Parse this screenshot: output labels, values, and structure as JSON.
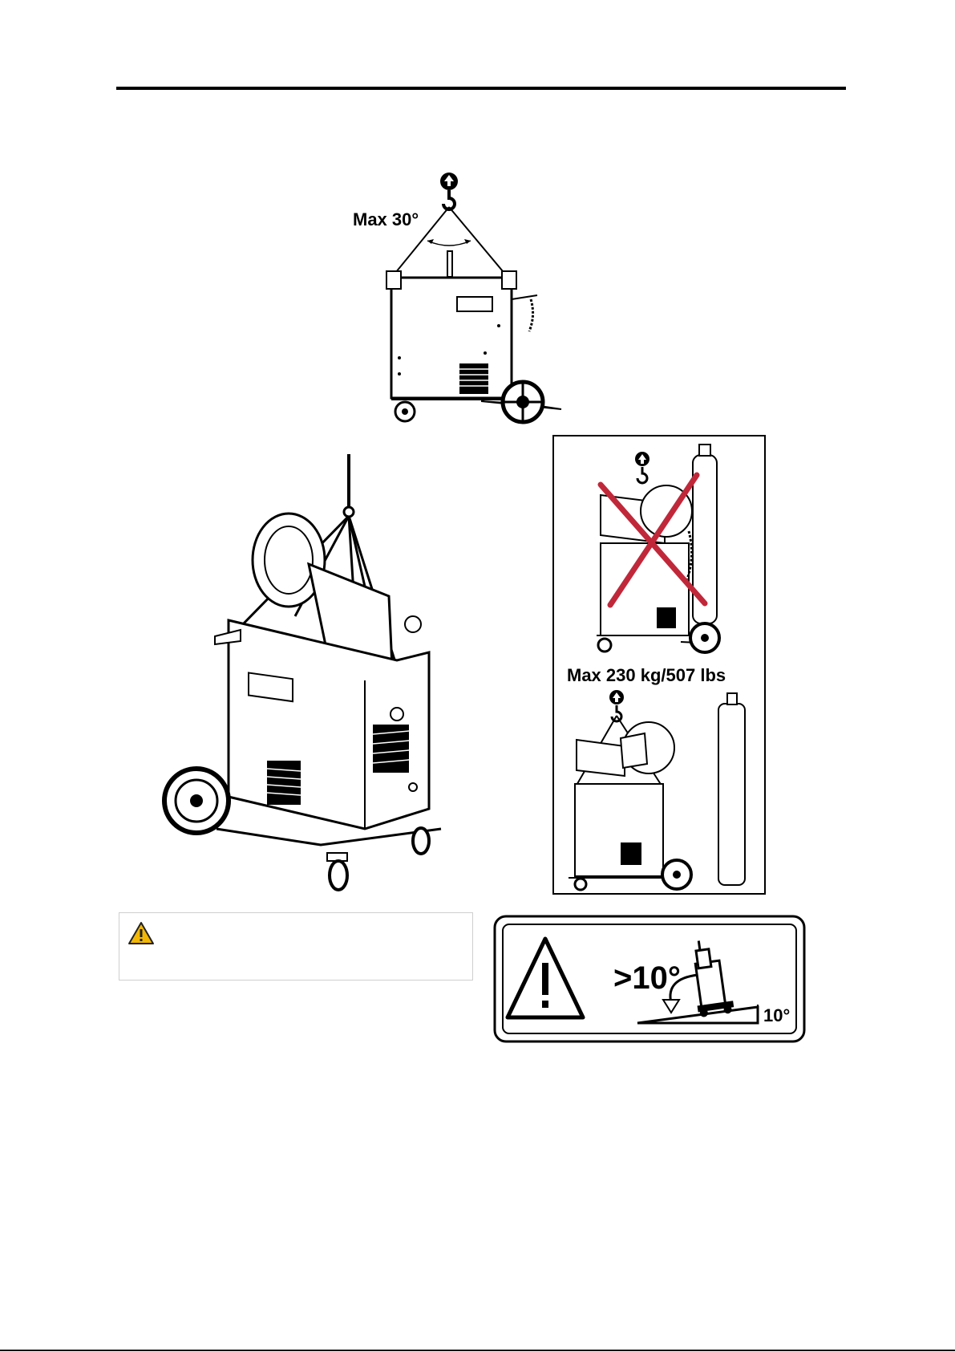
{
  "figures": {
    "top": {
      "angle_label": "Max 30°"
    },
    "right_panel": {
      "weight_label": "Max 230 kg/507 lbs"
    },
    "tilt_sign": {
      "tilt_label": ">10°",
      "ground_angle_label": "10°"
    }
  },
  "warning": {
    "icon": "warning-icon",
    "text": "",
    "color": "#f2b705"
  },
  "colors": {
    "cross": "#c0283a",
    "ink": "#000000"
  }
}
